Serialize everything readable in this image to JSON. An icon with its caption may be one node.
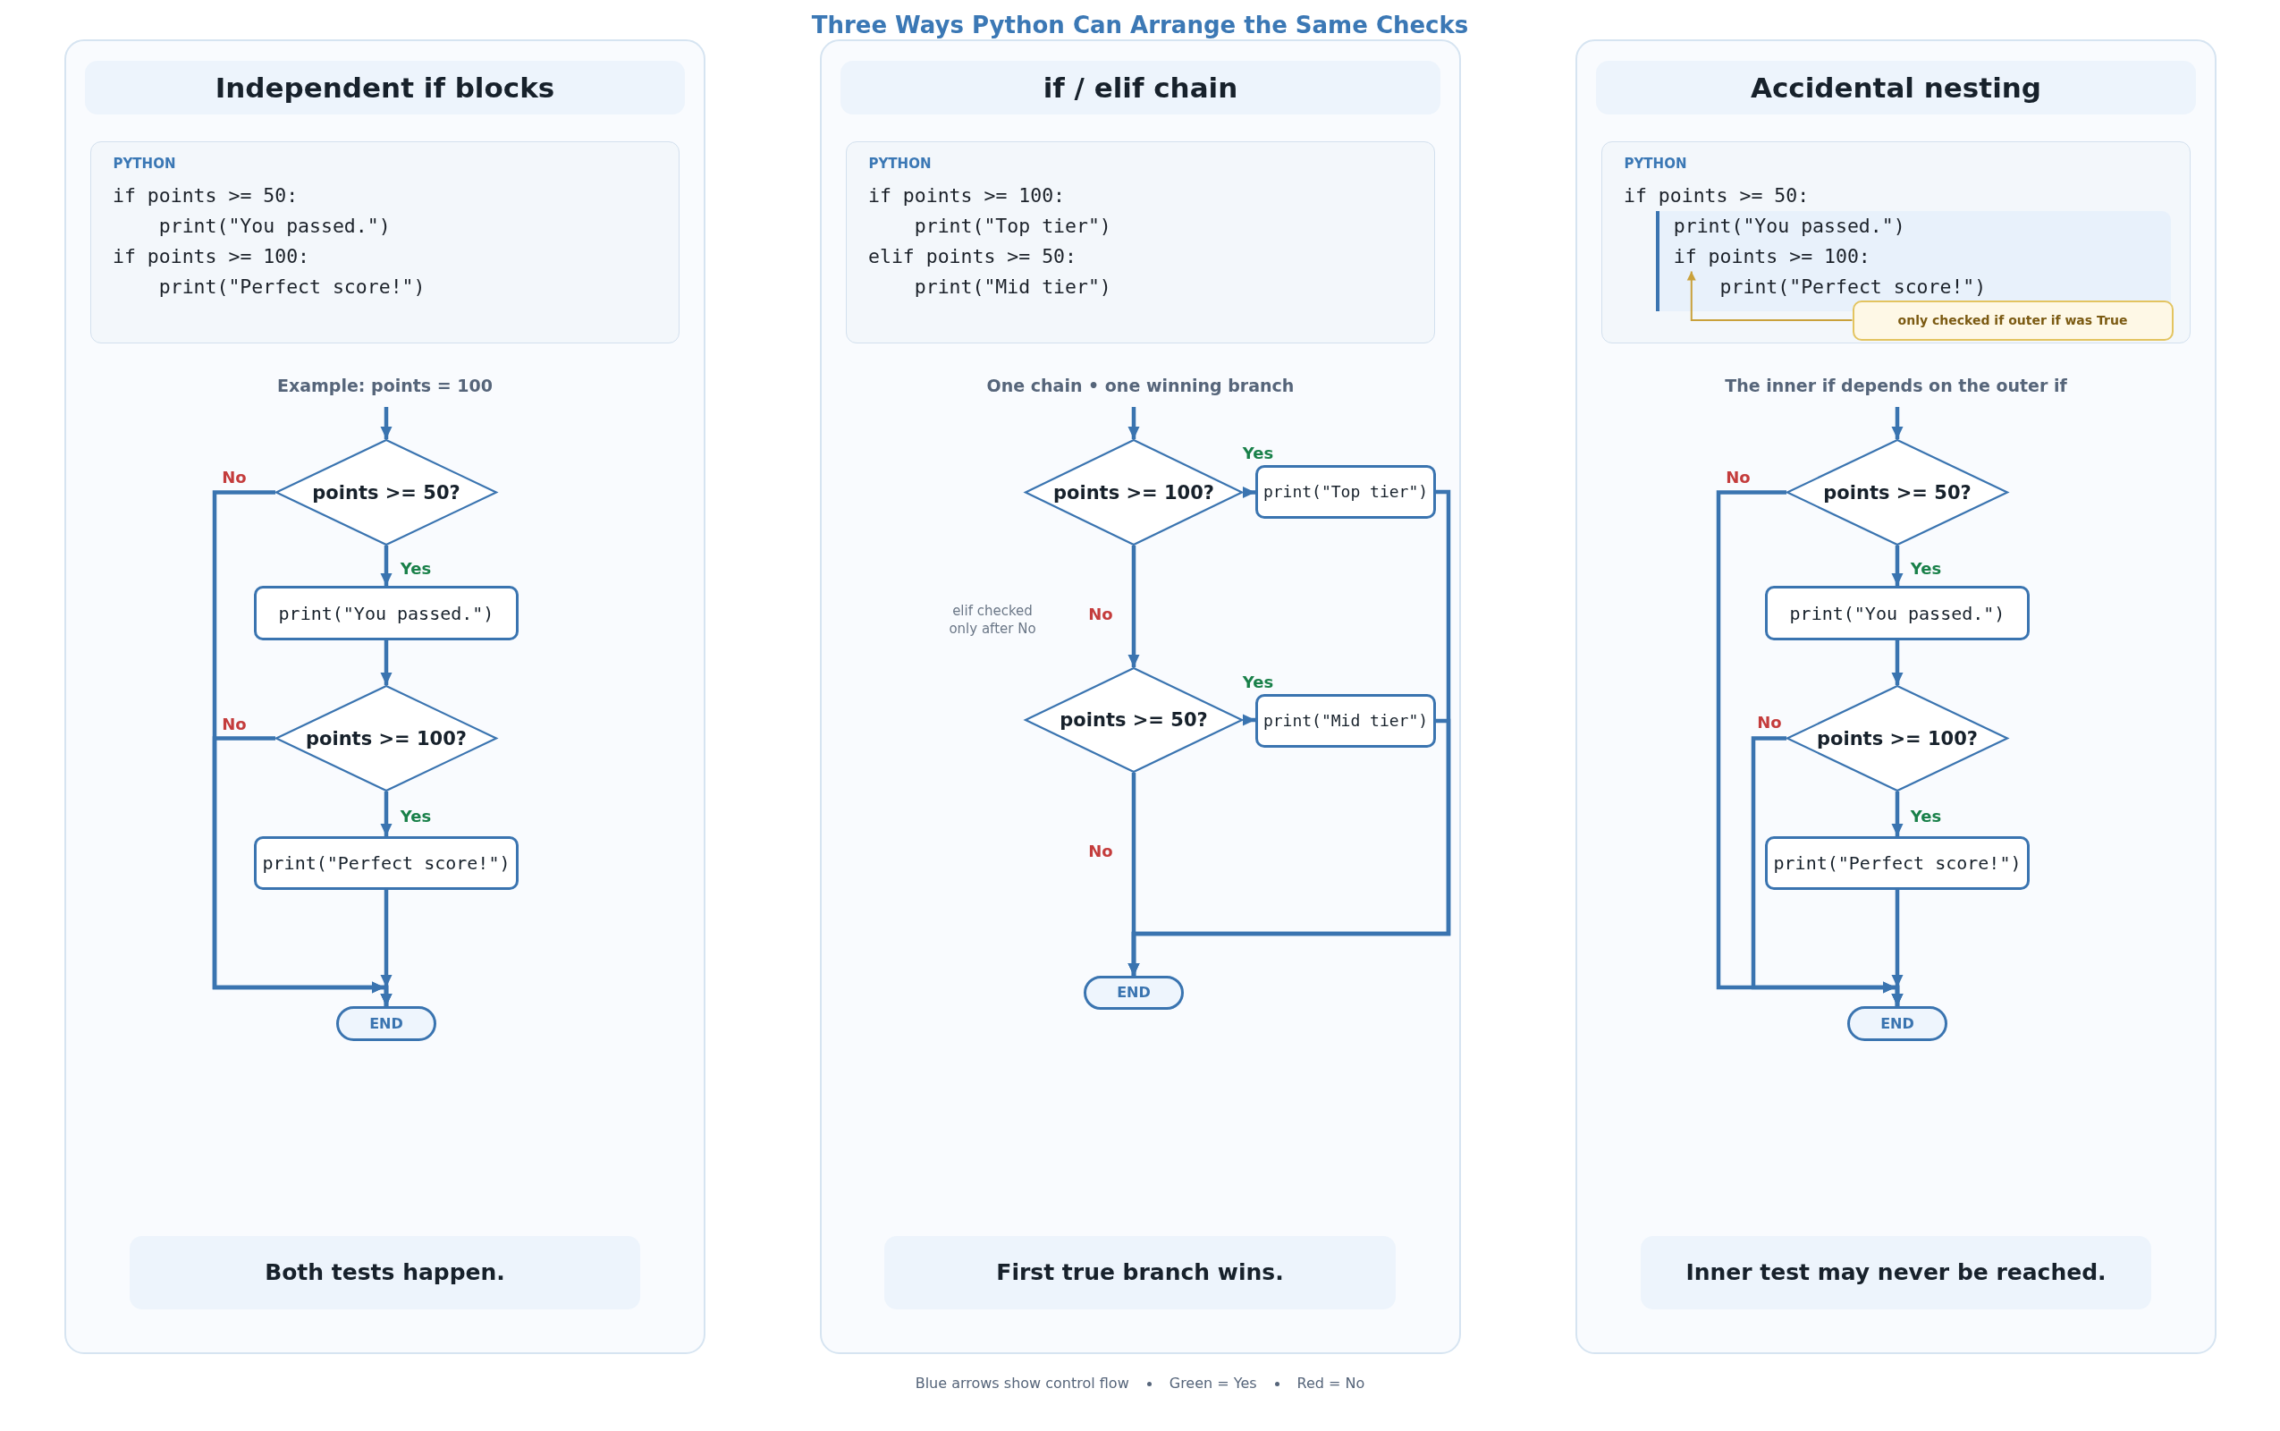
{
  "diagram": {
    "title": "Three Ways Python Can Arrange the Same Checks",
    "nodes": [
      {
        "text": [
          "Example: points = 100"
        ]
      },
      {
        "text": [
          "Independent if blocks"
        ],
        "in": 0
      },
      {
        "text": [
          "PYTHON",
          "if points >= 50:",
          "print(\"You passed.\")",
          "if points >= 100:",
          "print(\"Perfect score!\")"
        ],
        "in": 0
      },
      {
        "text": [
          "points >= 50?"
        ],
        "in": 0
      },
      {
        "text": [
          "print(\"You passed.\")"
        ],
        "in": 0
      },
      {
        "text": [
          "points >= 100?"
        ],
        "in": 0
      },
      {
        "text": [
          "print(\"Perfect score!\")"
        ],
        "in": 0
      },
      {
        "text": [
          "END"
        ],
        "in": 0
      },
      {
        "text": [
          "Both tests happen."
        ],
        "in": 0
      },
      {
        "text": [
          "One chain • one winning branch"
        ]
      },
      {
        "text": [
          "if / elif chain"
        ],
        "in": 9
      },
      {
        "text": [
          "PYTHON",
          "if points >= 100:",
          "print(\"Top tier\")",
          "elif points >= 50:",
          "print(\"Mid tier\")"
        ],
        "in": 9
      },
      {
        "text": [
          "points >= 100?"
        ],
        "in": 9
      },
      {
        "text": [
          "print(\"Top tier\")"
        ],
        "in": 9
      },
      {
        "text": [
          "points >= 50?"
        ],
        "in": 9
      },
      {
        "text": [
          "print(\"Mid tier\")"
        ],
        "in": 9
      },
      {
        "text": [
          "END"
        ],
        "in": 9
      },
      {
        "text": [
          "First true branch wins."
        ],
        "in": 9
      },
      {
        "text": [
          "The inner if depends on the outer if"
        ]
      },
      {
        "text": [
          "Accidental nesting"
        ],
        "in": 18
      },
      {
        "text": [
          "PYTHON",
          "if points >= 50:"
        ],
        "in": 18
      },
      {
        "text": [
          "print(\"You passed.\")",
          "print(\"Perfect score!\")"
        ],
        "in": 20
      },
      {
        "text": [
          "if points >= 100:"
        ],
        "in": 21
      },
      {
        "text": [
          "only checked if outer if was True"
        ],
        "in": 20
      },
      {
        "text": [
          "points >= 50?"
        ],
        "in": 18
      },
      {
        "text": [
          "print(\"You passed.\")"
        ],
        "in": 18
      },
      {
        "text": [
          "points >= 100?"
        ],
        "in": 18
      },
      {
        "text": [
          "print(\"Perfect score!\")"
        ],
        "in": 18
      },
      {
        "text": [
          "END"
        ],
        "in": 18
      },
      {
        "text": [
          "Inner test may never be reached."
        ],
        "in": 18
      }
    ],
    "edges": [
      {
        "from": null,
        "to": 3,
        "arrow": "to"
      },
      {
        "from": 3,
        "to": 4,
        "arrow": "to",
        "label": "Yes"
      },
      {
        "from": 4,
        "to": 5,
        "arrow": "to"
      },
      {
        "from": 5,
        "to": 6,
        "arrow": "to",
        "label": "Yes"
      },
      {
        "from": 6,
        "to": 7,
        "arrow": "to"
      },
      {
        "from": 3,
        "to": 7,
        "arrow": "to",
        "label": "No"
      },
      {
        "from": 5,
        "to": 7,
        "arrow": "to",
        "label": "No"
      },
      {
        "from": null,
        "to": 12,
        "arrow": "to"
      },
      {
        "from": 12,
        "to": 13,
        "arrow": "to",
        "label": "Yes"
      },
      {
        "from": 12,
        "to": 14,
        "arrow": "to",
        "label": "No"
      },
      {
        "from": 14,
        "to": 15,
        "arrow": "to",
        "label": "Yes"
      },
      {
        "from": 14,
        "to": 16,
        "arrow": "to",
        "label": "No"
      },
      {
        "from": 13,
        "to": 16,
        "arrow": "to"
      },
      {
        "from": 15,
        "to": 16,
        "arrow": "to"
      },
      {
        "from": null,
        "to": 24,
        "arrow": "to"
      },
      {
        "from": 24,
        "to": 25,
        "arrow": "to",
        "label": "Yes"
      },
      {
        "from": 25,
        "to": 26,
        "arrow": "to"
      },
      {
        "from": 26,
        "to": 27,
        "arrow": "to",
        "label": "Yes"
      },
      {
        "from": 27,
        "to": 28,
        "arrow": "to"
      },
      {
        "from": 24,
        "to": 28,
        "arrow": "to",
        "label": "No"
      },
      {
        "from": 26,
        "to": 28,
        "arrow": "to",
        "label": "No"
      },
      {
        "from": 23,
        "to": 22,
        "arrow": "to",
        "color": "#c9a13b"
      }
    ],
    "labels": [
      "elif checked only after No",
      "Blue arrows show control flow",
      "Green = Yes",
      "Red = No"
    ]
  }
}
